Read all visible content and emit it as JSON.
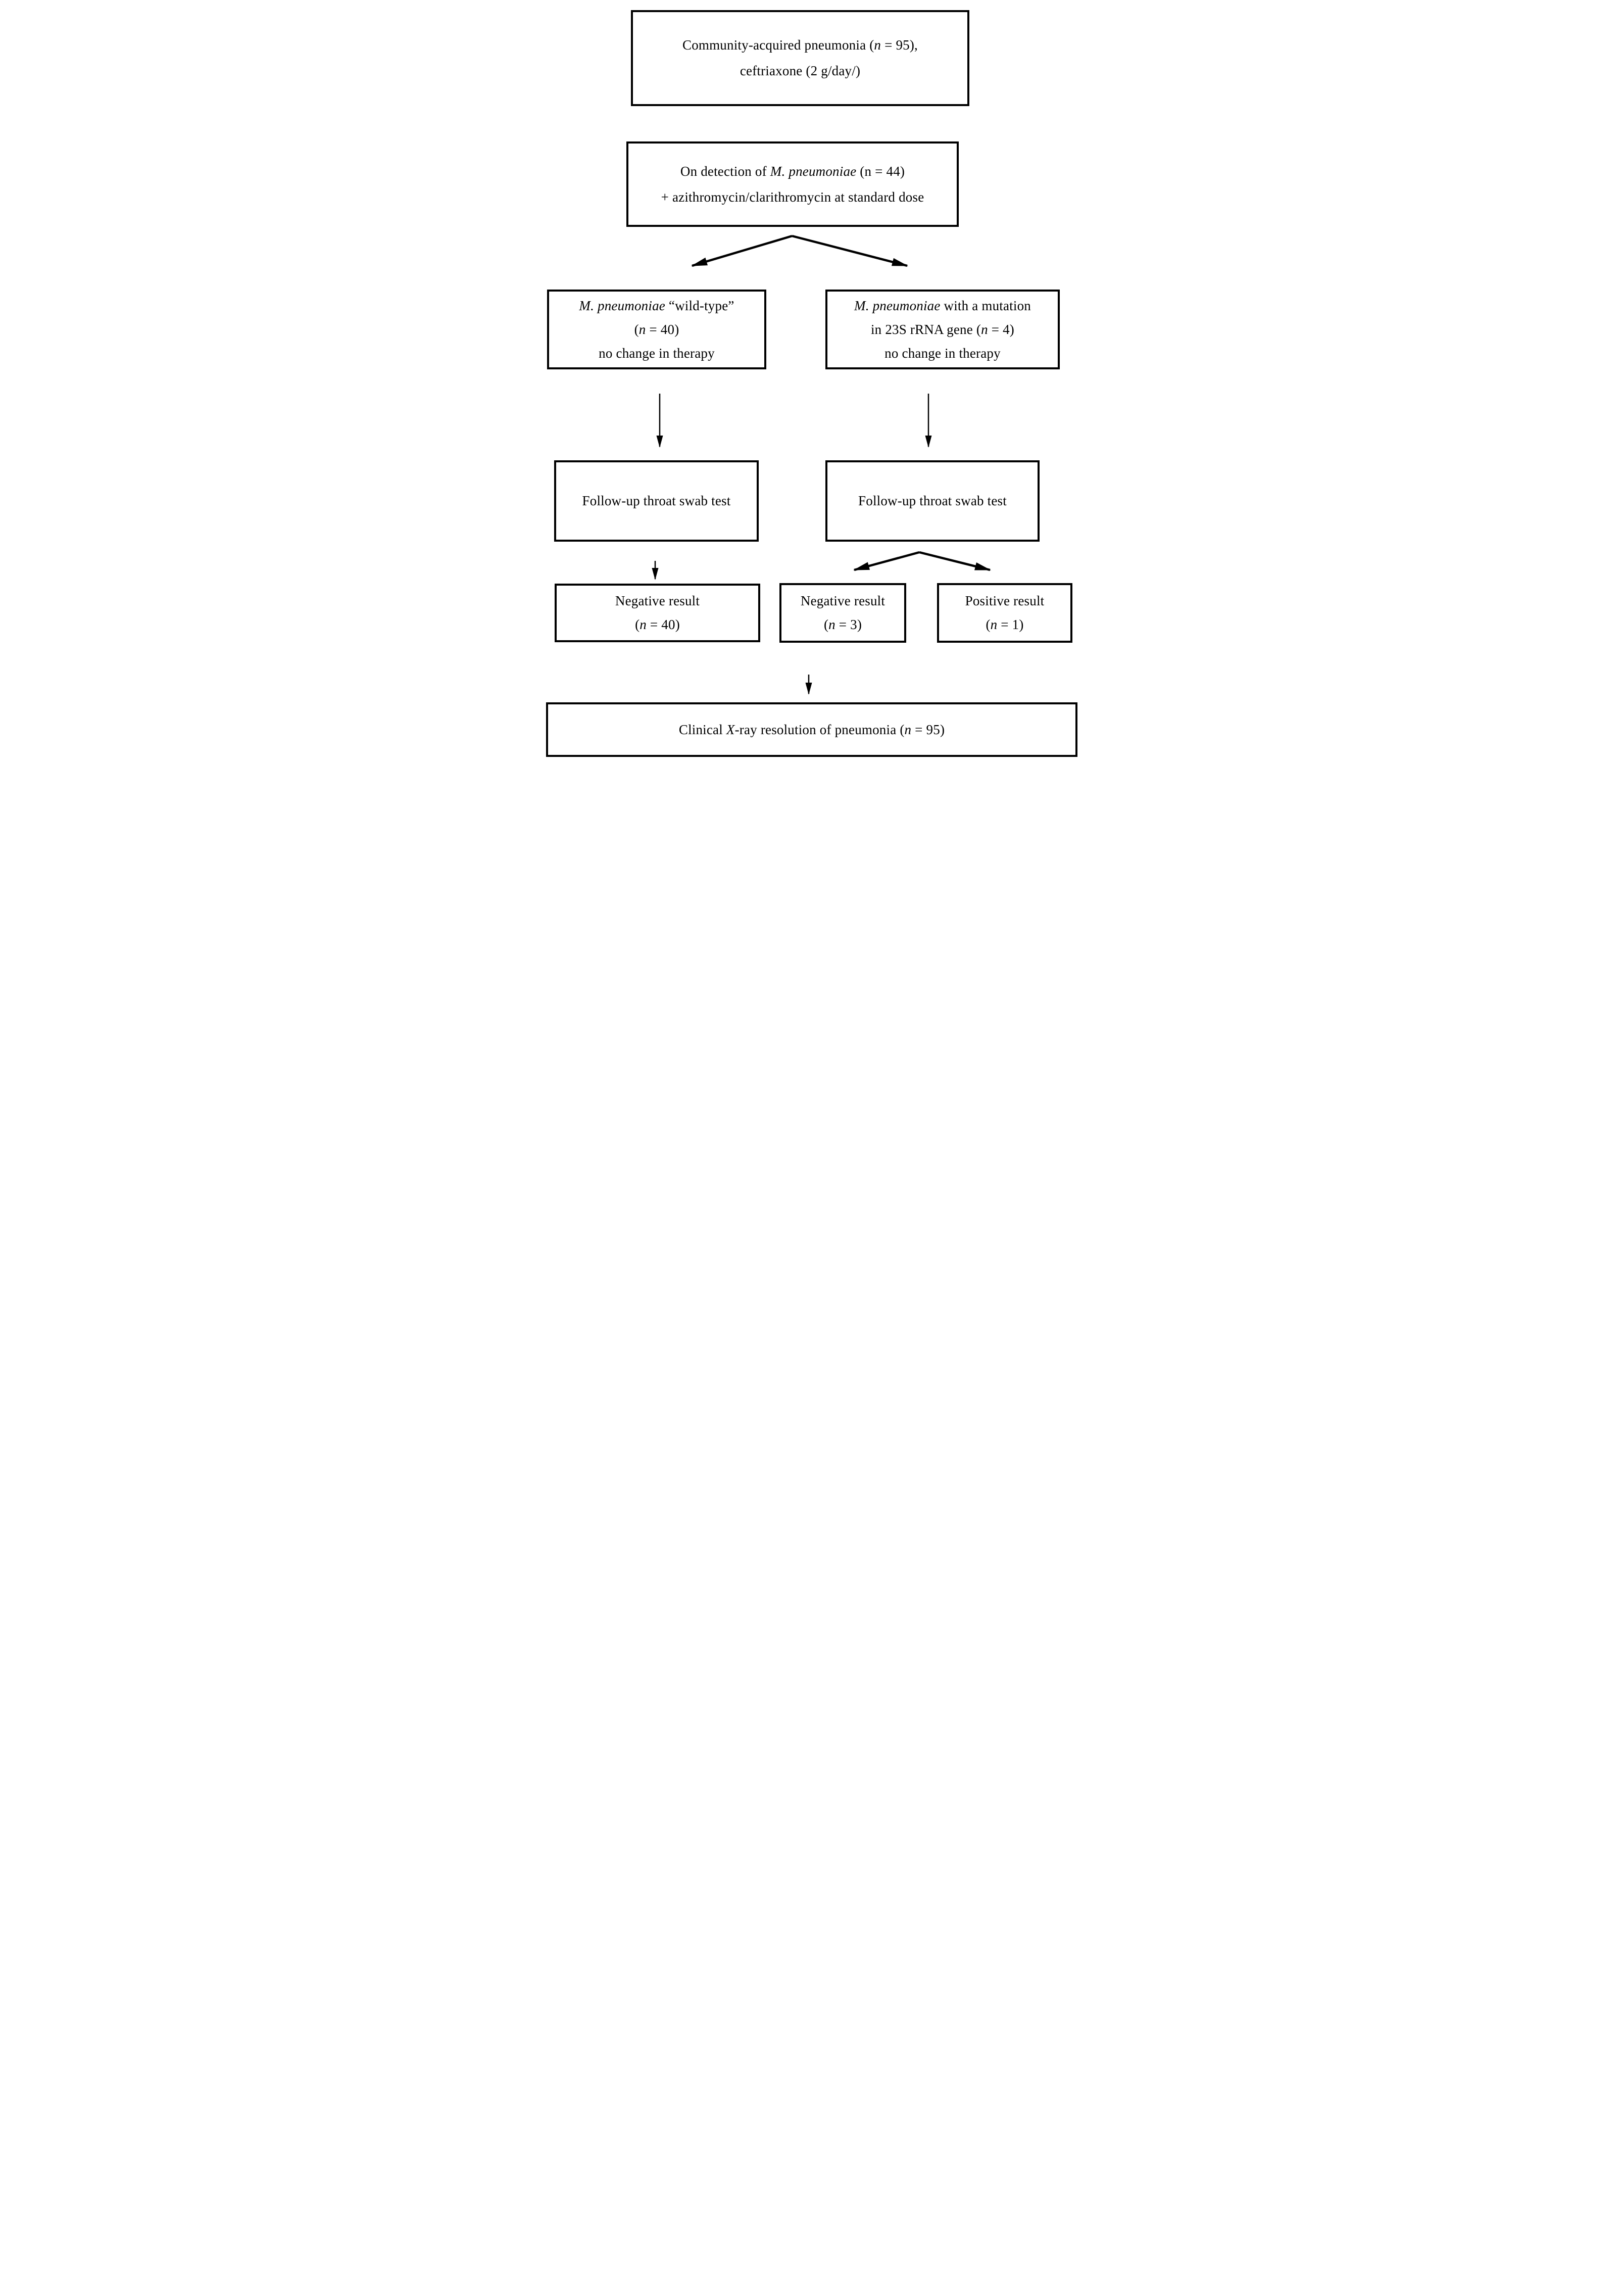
{
  "figure": {
    "type": "flowchart",
    "colors": {
      "ink": "#000000",
      "background": "#ffffff"
    },
    "boxes": {
      "cap": {
        "lines": [
          {
            "s": [
              {
                "t": "Community-acquired pneumonia ("
              },
              {
                "t": "n"
              },
              {
                "t": " = 95),"
              }
            ]
          },
          {
            "s": [
              {
                "t": "ceftriaxone (2 g/day/)"
              }
            ]
          }
        ]
      },
      "detection": {
        "lines": [
          {
            "s": [
              {
                "t": "On detection of "
              },
              {
                "t": "M. pneumoniae"
              },
              {
                "t": " (n = 44)"
              }
            ]
          },
          {
            "s": [
              {
                "t": "+ azithromycin/clarithromycin at standard dose"
              }
            ]
          }
        ]
      },
      "wild_type": {
        "lines": [
          {
            "s": [
              {
                "t": "M. pneumoniae"
              },
              {
                "t": " “wild-type”"
              }
            ]
          },
          {
            "s": [
              {
                "t": "("
              },
              {
                "t": "n"
              },
              {
                "t": " = 40)"
              }
            ]
          },
          {
            "s": [
              {
                "t": "no change in therapy"
              }
            ]
          }
        ]
      },
      "mutation": {
        "lines": [
          {
            "s": [
              {
                "t": "M. pneumoniae"
              },
              {
                "t": " with a mutation"
              }
            ]
          },
          {
            "s": [
              {
                "t": "in 23S rRNA gene ("
              },
              {
                "t": "n"
              },
              {
                "t": " = 4)"
              }
            ]
          },
          {
            "s": [
              {
                "t": "no change in therapy"
              }
            ]
          }
        ]
      },
      "followup_left": {
        "lines": [
          {
            "s": [
              {
                "t": "Follow-up throat swab test"
              }
            ]
          }
        ]
      },
      "followup_right": {
        "lines": [
          {
            "s": [
              {
                "t": "Follow-up throat swab test"
              }
            ]
          }
        ]
      },
      "negative_left": {
        "lines": [
          {
            "s": [
              {
                "t": "Negative result"
              }
            ]
          },
          {
            "s": [
              {
                "t": "("
              },
              {
                "t": "n"
              },
              {
                "t": " = 40)"
              }
            ]
          }
        ]
      },
      "negative_mid": {
        "lines": [
          {
            "s": [
              {
                "t": "Negative result"
              }
            ]
          },
          {
            "s": [
              {
                "t": "("
              },
              {
                "t": "n"
              },
              {
                "t": " = 3)"
              }
            ]
          }
        ]
      },
      "positive": {
        "lines": [
          {
            "s": [
              {
                "t": "Positive result"
              }
            ]
          },
          {
            "s": [
              {
                "t": "("
              },
              {
                "t": "n"
              },
              {
                "t": " = 1)"
              }
            ]
          }
        ]
      },
      "xray": {
        "lines": [
          {
            "s": [
              {
                "t": "Clinical "
              },
              {
                "t": "X"
              },
              {
                "t": "-ray resolution of pneumonia ("
              },
              {
                "t": "n"
              },
              {
                "t": " = 95)"
              }
            ]
          }
        ]
      }
    }
  }
}
